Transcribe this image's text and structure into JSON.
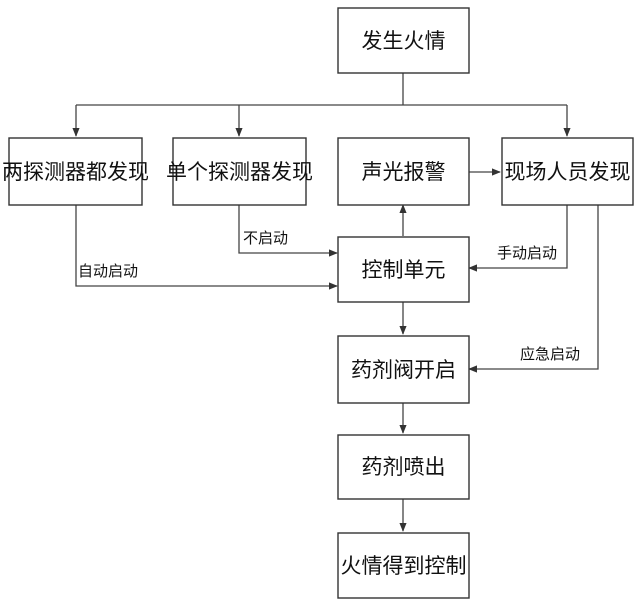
{
  "diagram": {
    "nodes": {
      "fire": "发生火情",
      "both_detectors": "两探测器都发现",
      "single_detector": "单个探测器发现",
      "alarm": "声光报警",
      "staff": "现场人员发现",
      "control_unit": "控制单元",
      "valve_open": "药剂阀开启",
      "spray": "药剂喷出",
      "controlled": "火情得到控制"
    },
    "edge_labels": {
      "auto_start": "自动启动",
      "no_start": "不启动",
      "manual_start": "手动启动",
      "emergency_start": "应急启动"
    }
  }
}
